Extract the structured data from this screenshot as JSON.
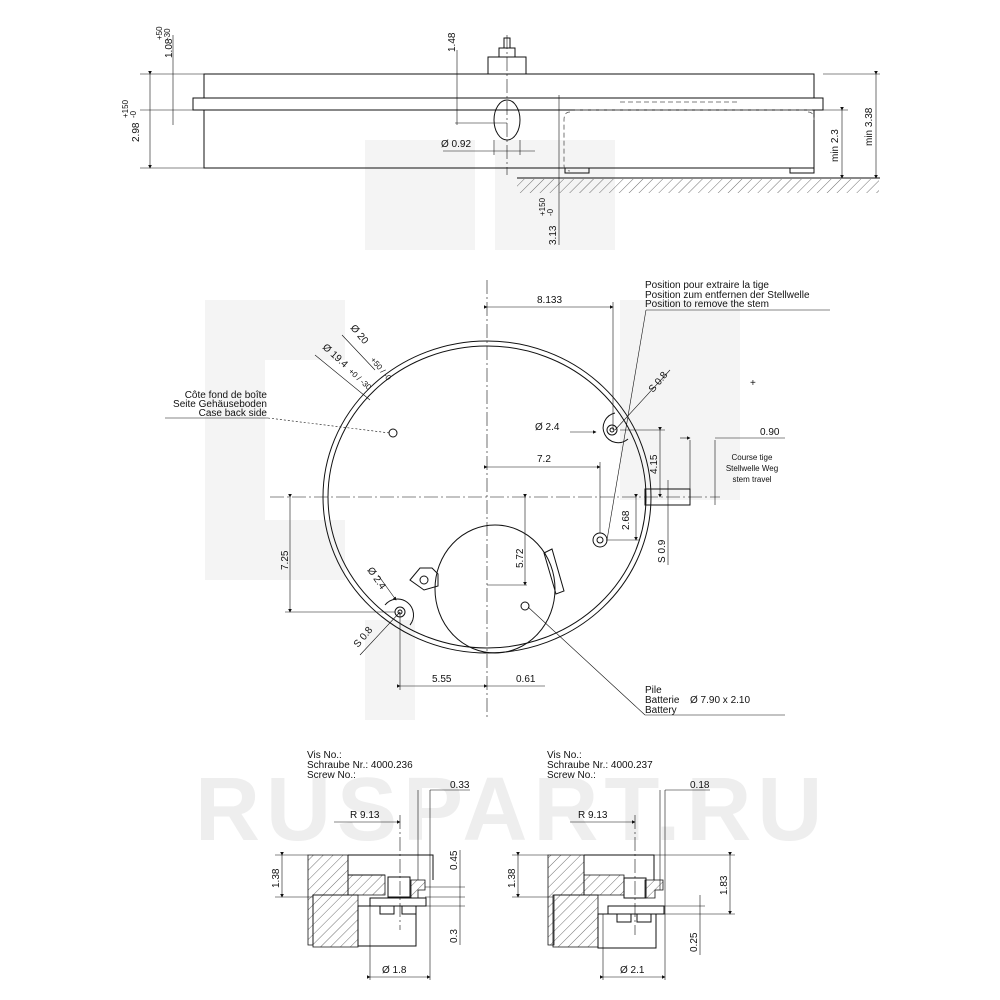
{
  "watermark": "RUSPART.RU",
  "side_view": {
    "dim_top": "1.08",
    "dim_top_tol_plus": "+50",
    "dim_top_tol_minus": "-30",
    "dim_height": "2.98",
    "dim_height_tol_plus": "+150",
    "dim_height_tol_minus": "-0",
    "dim_stem": "1.48",
    "dim_hole": "Ø 0.92",
    "dim_bottom": "3.13",
    "dim_bottom_tol_plus": "+150",
    "dim_bottom_tol_minus": "-0",
    "min_inner": "min 2.3",
    "min_total": "min 3.38"
  },
  "plan_view": {
    "dim_8133": "8.133",
    "stem_note": [
      "Position pour extraire la tige",
      "Position zum entfernen der Stellwelle",
      "Position to remove the stem"
    ],
    "dia_outer": "Ø 20",
    "dia_outer_tol": "+50 / -0",
    "dia_inner": "Ø 19.4",
    "dia_inner_tol": "+0 / -30",
    "caseback_note": [
      "Côte fond de boîte",
      "Seite Gehäuseboden",
      "Case back side"
    ],
    "s08_top": "S 0.8",
    "dia24_top": "Ø 2.4",
    "dim_090": "0.90",
    "dim_415": "4.15",
    "stem_travel": [
      "Course tige",
      "Stellwelle Weg",
      "stem travel"
    ],
    "dim_72": "7.2",
    "dim_268": "2.68",
    "s09": "S 0.9",
    "dim_725": "7.25",
    "dim_572": "5.72",
    "dia24_bottom": "Ø 2.4",
    "s08_bottom": "S 0.8",
    "dim_555": "5.55",
    "dim_061": "0.61",
    "battery_labels": [
      "Pile",
      "Batterie",
      "Battery"
    ],
    "battery_size": "Ø 7.90 x 2.10"
  },
  "screw_left": {
    "labels": [
      "Vis No.:",
      "Schraube Nr.: 4000.236",
      "Screw No.:"
    ],
    "dim_033": "0.33",
    "radius": "R 9.13",
    "dim_138": "1.38",
    "dim_045": "0.45",
    "dim_03": "0.3",
    "dia": "Ø 1.8"
  },
  "screw_right": {
    "labels": [
      "Vis No.:",
      "Schraube Nr.: 4000.237",
      "Screw No.:"
    ],
    "dim_018": "0.18",
    "radius": "R 9.13",
    "dim_138": "1.38",
    "dim_183": "1.83",
    "dim_025": "0.25",
    "dia": "Ø 2.1"
  }
}
